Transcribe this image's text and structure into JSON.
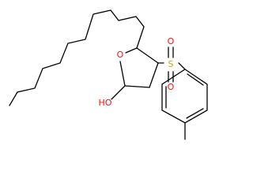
{
  "molecule": {
    "atoms": {
      "ring_oxygen": "O",
      "hydroxyl": "HO",
      "sulfur": "S",
      "sulfonyl_oxygen_top": "O",
      "sulfonyl_oxygen_bottom": "O"
    },
    "colors": {
      "bond": "#000000",
      "oxygen": "#ff0d0d",
      "sulfur": "#b2b200"
    }
  }
}
